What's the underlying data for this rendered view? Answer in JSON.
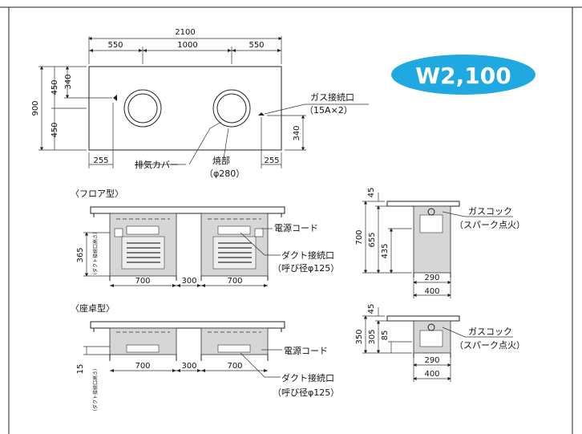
{
  "badge": {
    "text": "W2,100",
    "color": "#20a9e0"
  },
  "top_view": {
    "dims": {
      "total_width": "2100",
      "w_left": "550",
      "w_mid": "1000",
      "w_right": "550",
      "height_total": "900",
      "h_upper_outer": "450",
      "h_upper_inner": "340",
      "h_lower": "450",
      "h_right_low": "340",
      "bottom_left": "255",
      "bottom_right": "255"
    },
    "gas_inlet_label": "ガス接続口",
    "gas_inlet_spec": "（15A×2）",
    "exhaust_label": "排気カバー",
    "burner_label": "焼部",
    "burner_spec": "（φ280）"
  },
  "floor_type": {
    "title": "〈フロア型〉",
    "dims": {
      "d700a": "700",
      "d300": "300",
      "d700b": "700",
      "side_height": "365"
    },
    "side_note": "（ダクト接続口高さ）",
    "power_cord": "電源コード",
    "duct_label": "ダクト接続口",
    "duct_spec": "（呼び径φ125）",
    "side_dims": {
      "h45": "45",
      "h700": "700",
      "h655": "655",
      "h435": "435",
      "w290": "290",
      "w400": "400"
    },
    "gas_cock": "ガスコック",
    "gas_cock_spec": "（スパーク点火）"
  },
  "zataku_type": {
    "title": "〈座卓型〉",
    "dims": {
      "d700a": "700",
      "d300": "300",
      "d700b": "700",
      "side_height": "15"
    },
    "side_note": "（ダクト接続口高さ）",
    "power_cord": "電源コード",
    "duct_label": "ダクト接続口",
    "duct_spec": "（呼び径φ125）",
    "side_dims": {
      "h45": "45",
      "h350": "350",
      "h305": "305",
      "h85": "85",
      "w290": "290",
      "w400": "400"
    },
    "gas_cock": "ガスコック",
    "gas_cock_spec": "（スパーク点火）"
  }
}
